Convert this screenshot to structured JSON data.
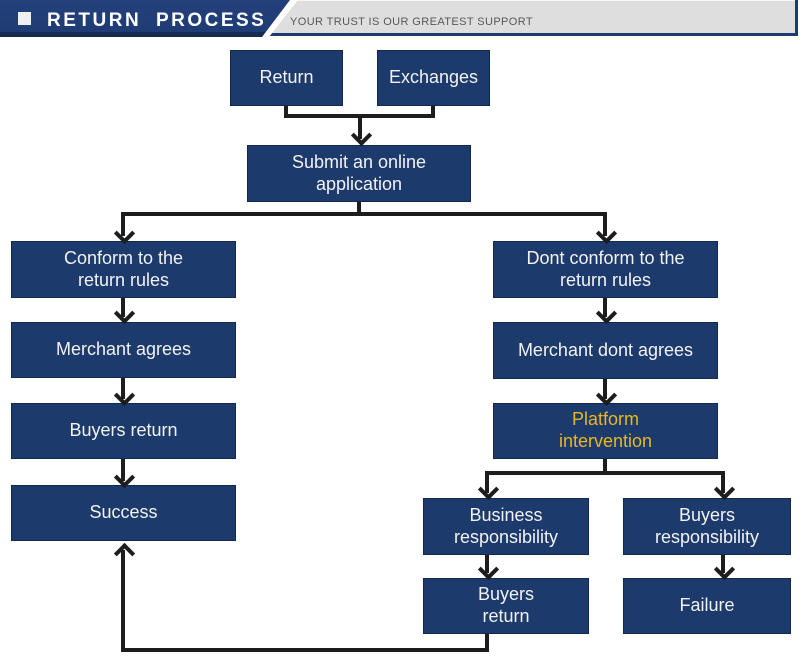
{
  "header": {
    "title": "RETURN PROCESS",
    "tagline": "YOUR TRUST IS OUR GREATEST SUPPORT"
  },
  "colors": {
    "box_navy": "#1d3a6c",
    "header_navy": "#203c74",
    "accent_yellow": "#e9b71f",
    "connector_black": "#1d1d1d",
    "bar_gray": "#dedede",
    "tagline_gray": "#58585a"
  },
  "nodes": {
    "return": "Return",
    "exchanges": "Exchanges",
    "submit": "Submit an online\napplication",
    "conform": "Conform to the\nreturn rules",
    "merchant_agrees": "Merchant agrees",
    "buyers_return_left": "Buyers return",
    "success": "Success",
    "dont_conform": "Dont conform to the\nreturn rules",
    "merchant_dont_agrees": "Merchant dont agrees",
    "platform_intervention": "Platform\nintervention",
    "business_responsibility": "Business\nresponsibility",
    "buyers_responsibility": "Buyers\nresponsibility",
    "buyers_return_bottom": "Buyers\nreturn",
    "failure": "Failure"
  }
}
